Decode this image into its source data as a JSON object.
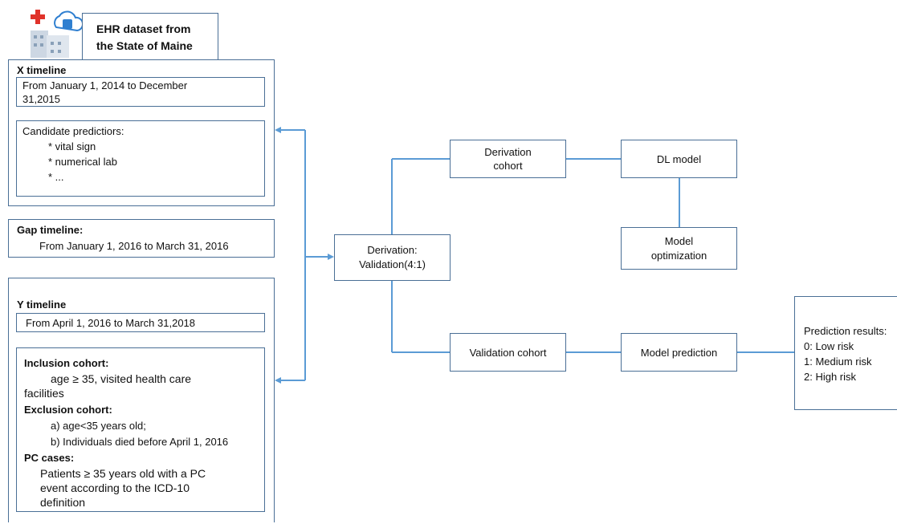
{
  "title": {
    "line1": "EHR dataset from",
    "line2": "the State of Maine",
    "icon": "hospital-cloud-database-icon"
  },
  "x_timeline": {
    "heading": "X timeline",
    "range_line1": "From  January 1, 2014 to December",
    "range_line2": "31,2015",
    "predictors_heading": "Candidate predictiors:",
    "predictors": [
      "* vital sign",
      "*  numerical lab",
      "* ..."
    ]
  },
  "gap_timeline": {
    "heading": "Gap timeline:",
    "range": "From January 1, 2016 to March 31, 2016"
  },
  "y_timeline": {
    "heading": "Y timeline",
    "range": "From April 1, 2016 to March 31,2018",
    "inclusion_heading": "Inclusion cohort:",
    "inclusion_line1": "age ≥ 35, visited health care",
    "inclusion_line2": "facilities",
    "exclusion_heading": "Exclusion cohort:",
    "exclusion_a": "a) age<35 years old;",
    "exclusion_b": "b) Individuals died before April 1, 2016",
    "pc_heading": "PC cases:",
    "pc_line1": "Patients ≥ 35 years old with a PC",
    "pc_line2": "event according to the ICD-10",
    "pc_line3": "definition"
  },
  "split": {
    "line1": "Derivation:",
    "line2": "Validation(4:1)"
  },
  "derivation_cohort": {
    "line1": "Derivation",
    "line2": "cohort"
  },
  "dl_model": {
    "label": "DL model"
  },
  "model_optimization": {
    "line1": "Model",
    "line2": "optimization"
  },
  "validation_cohort": {
    "label": "Validation cohort"
  },
  "model_prediction": {
    "label": "Model prediction"
  },
  "results": {
    "heading": "Prediction results:",
    "items": [
      "0: Low risk",
      "1: Medium risk",
      "2: High risk"
    ]
  },
  "colors": {
    "line": "#5b9bd5",
    "box_border": "#4a6f96",
    "icon_red": "#e0322a",
    "icon_blue": "#2f7fd0"
  }
}
